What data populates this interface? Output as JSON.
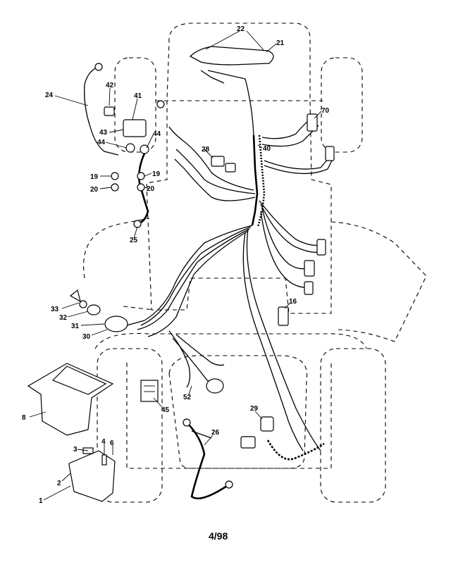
{
  "diagram": {
    "page_number": "4/98",
    "parts": [
      {
        "id": "label-22",
        "text": "22"
      },
      {
        "id": "label-21",
        "text": "21"
      },
      {
        "id": "label-70",
        "text": "70"
      },
      {
        "id": "label-40",
        "text": "40"
      },
      {
        "id": "label-28a",
        "text": "28"
      },
      {
        "id": "label-24",
        "text": "24"
      },
      {
        "id": "label-42",
        "text": "42"
      },
      {
        "id": "label-41",
        "text": "41"
      },
      {
        "id": "label-43",
        "text": "43"
      },
      {
        "id": "label-44a",
        "text": "44"
      },
      {
        "id": "label-44b",
        "text": "44"
      },
      {
        "id": "label-19a",
        "text": "19"
      },
      {
        "id": "label-19b",
        "text": "19"
      },
      {
        "id": "label-20a",
        "text": "20"
      },
      {
        "id": "label-20b",
        "text": "20"
      },
      {
        "id": "label-25",
        "text": "25"
      },
      {
        "id": "label-33",
        "text": "33"
      },
      {
        "id": "label-32",
        "text": "32"
      },
      {
        "id": "label-31",
        "text": "31"
      },
      {
        "id": "label-30",
        "text": "30"
      },
      {
        "id": "label-16",
        "text": "16"
      },
      {
        "id": "label-8",
        "text": "8"
      },
      {
        "id": "label-3",
        "text": "3"
      },
      {
        "id": "label-4",
        "text": "4"
      },
      {
        "id": "label-6",
        "text": "6"
      },
      {
        "id": "label-2",
        "text": "2"
      },
      {
        "id": "label-1",
        "text": "1"
      },
      {
        "id": "label-45",
        "text": "45"
      },
      {
        "id": "label-52",
        "text": "52"
      },
      {
        "id": "label-26",
        "text": "26"
      },
      {
        "id": "label-29",
        "text": "29"
      }
    ]
  }
}
